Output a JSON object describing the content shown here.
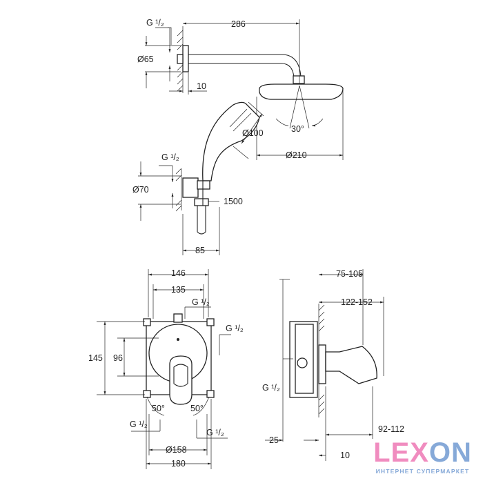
{
  "title": "Shower system dimension drawing",
  "top_view": {
    "thread_arm": "G ¹/₂",
    "arm_length": "286",
    "flange_diameter": "Ø65",
    "flange_depth": "10",
    "spray_angle": "30°",
    "hand_shower_diameter": "Ø100",
    "head_shower_diameter": "Ø210",
    "thread_outlet": "G ¹/₂",
    "outlet_diameter": "Ø70",
    "hose_length": "1500",
    "outlet_depth": "85"
  },
  "front_view": {
    "box_width": "146",
    "box_inner_width": "135",
    "thread_top": "G ¹/₂",
    "thread_right": "G ¹/₂",
    "box_height": "145",
    "inner_height": "96",
    "angle_left": "50°",
    "angle_right": "50°",
    "thread_bottom_left": "G ¹/₂",
    "thread_bottom_right": "G ¹/₂",
    "plate_diameter": "Ø158",
    "plate_width": "180"
  },
  "side_view": {
    "depth_range_1": "75-105",
    "depth_range_2": "122-152",
    "thread": "G ¹/₂",
    "lever_range": "92-112",
    "wall_offset": "25",
    "plate_depth": "10"
  },
  "logo": {
    "part1": "LEX",
    "part2": "ON",
    "tagline": "ИНТЕРНЕТ СУПЕРМАРКЕТ"
  }
}
